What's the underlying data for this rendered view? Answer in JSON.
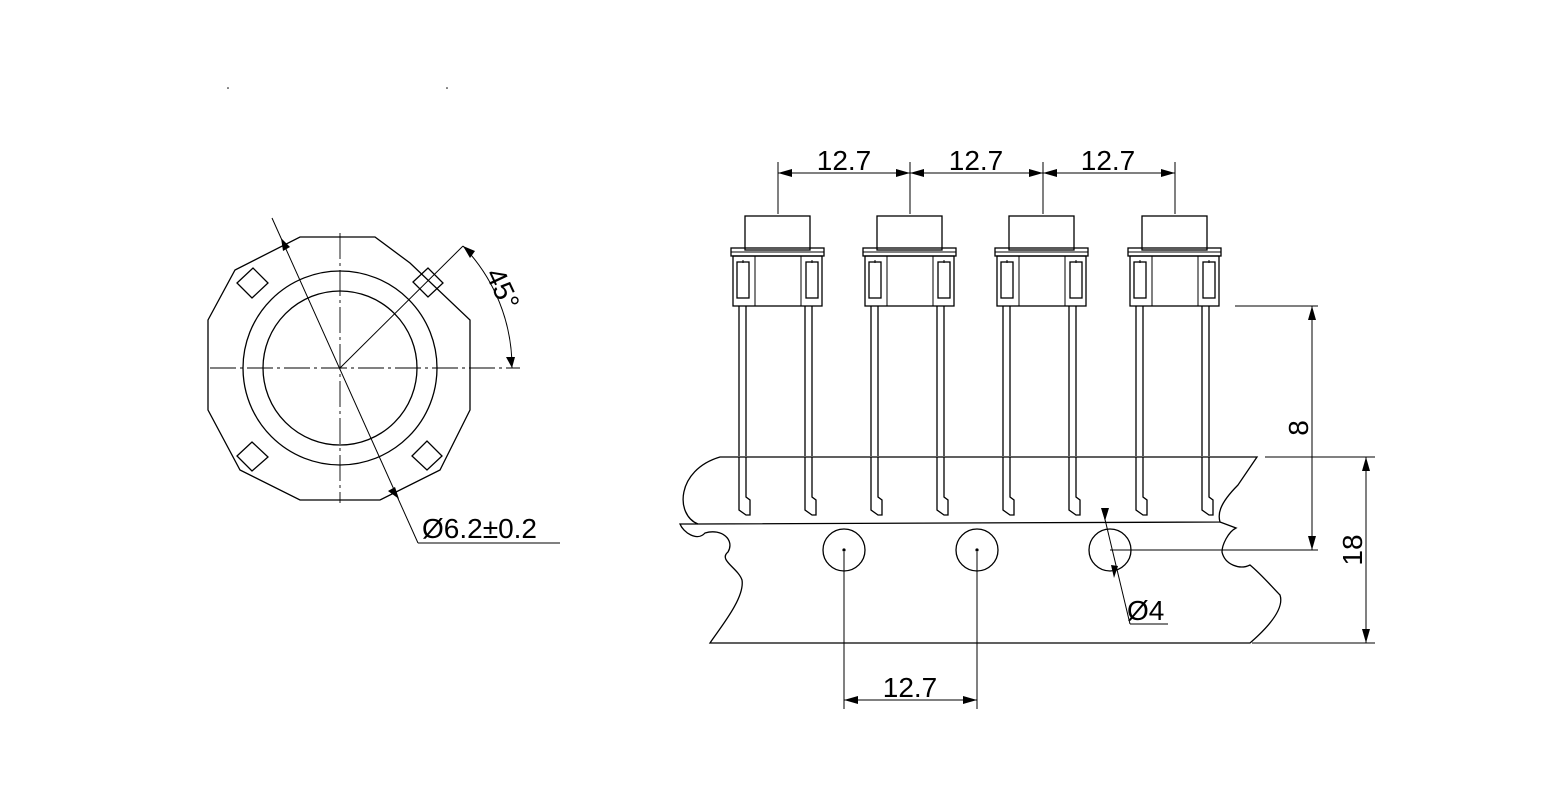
{
  "dimensions": {
    "pitch_top_1": "12.7",
    "pitch_top_2": "12.7",
    "pitch_top_3": "12.7",
    "pitch_bottom": "12.7",
    "angle": "45°",
    "cap_diameter": "Ø6.2±0.2",
    "hole_diameter": "Ø4",
    "lead_height": "8",
    "tape_width": "18"
  }
}
